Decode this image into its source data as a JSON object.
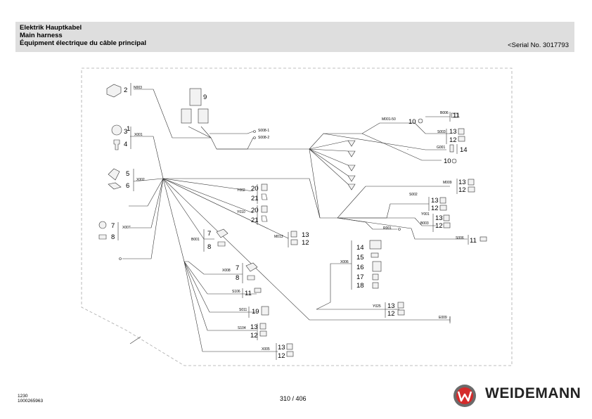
{
  "header": {
    "title_de": "Elektrik Hauptkabel",
    "title_en": "Main harness",
    "title_fr": "Équipment électrique du câble principal",
    "serial": "<Serial No. 3017793"
  },
  "diagram": {
    "callout_main": "1",
    "items": [
      {
        "code": "N003",
        "nums": [
          "2"
        ]
      },
      {
        "code": "",
        "nums": [
          "9"
        ]
      },
      {
        "code": "X001",
        "nums": [
          "3",
          "4"
        ]
      },
      {
        "code": "X002",
        "nums": [
          "5",
          "6"
        ]
      },
      {
        "code": "X007",
        "nums": [
          "7",
          "8"
        ]
      },
      {
        "code": "Y002",
        "nums": [
          "20",
          "21"
        ]
      },
      {
        "code": "Y010",
        "nums": [
          "20",
          "21"
        ]
      },
      {
        "code": "M013",
        "nums": [
          "13",
          "12"
        ]
      },
      {
        "code": "B001",
        "nums": [
          "7",
          "8"
        ]
      },
      {
        "code": "X008",
        "nums": [
          "7",
          "8"
        ]
      },
      {
        "code": "S106",
        "nums": [
          "11"
        ]
      },
      {
        "code": "S011",
        "nums": [
          "19"
        ]
      },
      {
        "code": "S104",
        "nums": [
          "13",
          "12"
        ]
      },
      {
        "code": "X005",
        "nums": [
          "13",
          "12"
        ]
      },
      {
        "code": "S008-1",
        "nums": []
      },
      {
        "code": "S008-2",
        "nums": []
      },
      {
        "code": "M001-50",
        "nums": [
          "10"
        ]
      },
      {
        "code": "B006",
        "nums": [
          "11"
        ]
      },
      {
        "code": "S003",
        "nums": [
          "13",
          "12"
        ]
      },
      {
        "code": "G001",
        "nums": [
          "14"
        ]
      },
      {
        "code": "",
        "nums": [
          "10"
        ]
      },
      {
        "code": "M009",
        "nums": [
          "13",
          "12"
        ]
      },
      {
        "code": "S002",
        "nums": [
          "13",
          "12"
        ]
      },
      {
        "code": "Y001",
        "nums": [
          "13",
          "12"
        ]
      },
      {
        "code": "B003",
        "nums": []
      },
      {
        "code": "R001",
        "nums": []
      },
      {
        "code": "S006",
        "nums": [
          "11"
        ]
      },
      {
        "code": "X006",
        "nums": [
          "14",
          "15",
          "16",
          "17",
          "18"
        ]
      },
      {
        "code": "Y025",
        "nums": [
          "13",
          "12"
        ]
      },
      {
        "code": "E009",
        "nums": []
      }
    ]
  },
  "footer": {
    "code1": "1230",
    "code2": "1000265963",
    "page": "310 / 406",
    "brand": "WEIDEMANN"
  }
}
